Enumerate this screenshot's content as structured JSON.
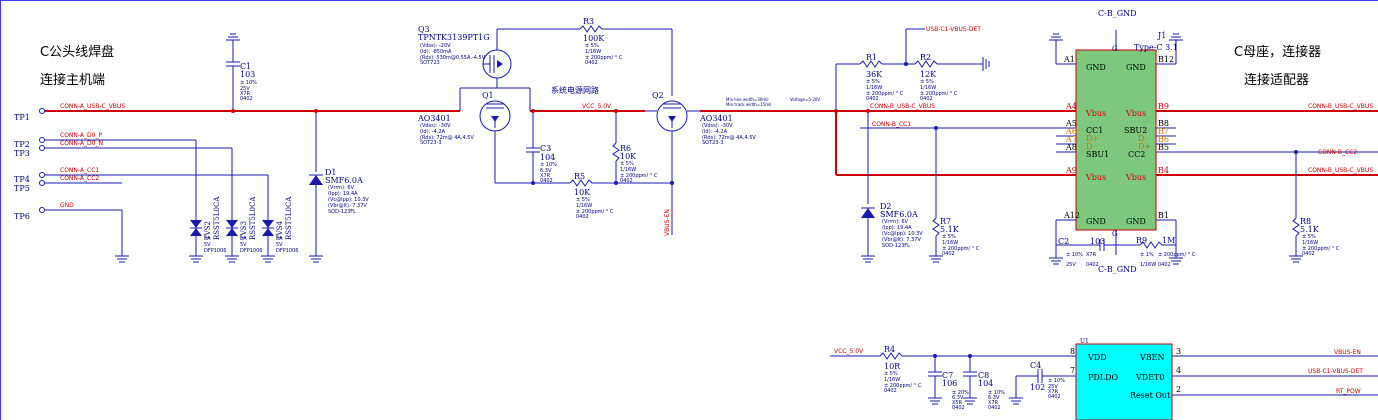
{
  "notes": {
    "left_title_1": "C公头线焊盘",
    "left_title_2": "连接主机端",
    "right_title_1": "C母座，连接器",
    "right_title_2": "连接适配器",
    "power_net_note": "系统电源网路",
    "line_width_1": "Min line width=30mil",
    "line_width_2": "Min track width=15mil",
    "voltage_note": "Voltage=5-20V"
  },
  "test_points": [
    "TP1",
    "TP2",
    "TP3",
    "TP4",
    "TP5",
    "TP6"
  ],
  "nets": {
    "conna_vbus": "CONN-A_USB-C_VBUS",
    "conna_dp": "CONN-A_D0_P",
    "conna_dn": "CONN-A_D0_N",
    "conna_cc1": "CONN-A_CC1",
    "conna_cc2": "CONN-A_CC2",
    "gnd": "GND",
    "vcc5": "VCC_5.0V",
    "vcc5b": "VCC_5.0V",
    "connb_vbus": "CONN-B_USB-C_VBUS",
    "connb_vbus_r": "CONN-B_USB-C_VBUS",
    "connb_vbus_r2": "CONN-B_USB-C_VBUS",
    "connb_cc1": "CONN-B_CC1",
    "connb_cc2": "CONN-B_CC2",
    "vbus_en": "VBUS-EN",
    "vbus_en_r": "VBUS-EN",
    "usb_det": "USB-C1-VBUS-DET",
    "usb_det_r": "USB-C1-VBUS-DET",
    "rt_pow": "RT_POW",
    "cb_gnd_top": "C-B_GND",
    "cb_gnd_bot": "C-B_GND"
  },
  "components": {
    "C1": {
      "ref": "C1",
      "value": "103",
      "specs": [
        "± 10%",
        "25V",
        "X7R",
        "0402"
      ]
    },
    "Q3": {
      "ref": "Q3",
      "value": "TPNTK3139PT1G",
      "specs": [
        "(Vdss): -20V",
        "(Id): -850mA",
        "(Rds): 530m@0.55A,-4.5V",
        "SOT723"
      ]
    },
    "R3": {
      "ref": "R3",
      "value": "100K",
      "specs": [
        "± 5%",
        "1/16W",
        "± 200ppm/ ° C",
        "0402"
      ]
    },
    "Q1": {
      "ref": "Q1",
      "value": "AO3401",
      "specs": [
        "(Vdss): -30V",
        "(Id): -4.2A",
        "(Rds): 72m@ 4A,4.5V",
        "SOT23-3"
      ]
    },
    "Q2": {
      "ref": "Q2",
      "value": "AO3401",
      "specs": [
        "(Vdss): -30V",
        "(Id): -4.2A",
        "(Rds): 72m@ 4A,4.5V",
        "SOT23-3"
      ]
    },
    "C3": {
      "ref": "C3",
      "value": "104",
      "specs": [
        "± 10%",
        "6.3V",
        "X7R",
        "0402"
      ]
    },
    "R6": {
      "ref": "R6",
      "value": "10K",
      "specs": [
        "± 5%",
        "1/16W",
        "± 200ppm/ ° C",
        "0402"
      ]
    },
    "R5": {
      "ref": "R5",
      "value": "10K",
      "specs": [
        "± 5%",
        "1/16W",
        "± 200ppm/ ° C",
        "0402"
      ]
    },
    "D1": {
      "ref": "D1",
      "value": "SMF6.0A",
      "specs": [
        "(Vrrm): 6V",
        "(Ipp): 19.4A",
        "(Vc@Ipp): 10.3V",
        "(Vbr@It): 7.37V",
        "SOD-123FL"
      ]
    },
    "TVS2": {
      "ref": "TVS2",
      "value": "RSST5L0CA",
      "specs": [
        "5A",
        "5V",
        "DFP1006"
      ]
    },
    "TVS3": {
      "ref": "TVS3",
      "value": "RSST5L0CA",
      "specs": [
        "5A",
        "5V",
        "DFP1006"
      ]
    },
    "TVS4": {
      "ref": "TVS4",
      "value": "RSST5L0CA",
      "specs": [
        "5A",
        "5V",
        "DFP1006"
      ]
    },
    "R1": {
      "ref": "R1",
      "value": "36K",
      "specs": [
        "± 5%",
        "1/16W",
        "± 200ppm/ ° C",
        "0402"
      ]
    },
    "R2": {
      "ref": "R2",
      "value": "12K",
      "specs": [
        "± 5%",
        "1/16W",
        "± 200ppm/ ° C",
        "0402"
      ]
    },
    "D2": {
      "ref": "D2",
      "value": "SMF6.0A",
      "specs": [
        "(Vrrm): 6V",
        "(Ipp): 19.4A",
        "(Vc@Ipp): 10.3V",
        "(Vbr@It): 7.37V",
        "SOD-123FL"
      ]
    },
    "R7": {
      "ref": "R7",
      "value": "5.1K",
      "specs": [
        "± 5%",
        "1/16W",
        "± 200ppm/ ° C",
        "0402"
      ]
    },
    "C2": {
      "ref": "C2",
      "value": "103",
      "specs": [
        "± 10%",
        "25V",
        "X7R",
        "0402"
      ]
    },
    "R9": {
      "ref": "R9",
      "value": "1M",
      "specs": [
        "± 1%",
        "1/16W",
        "± 200ppm/ ° C",
        "0402"
      ]
    },
    "R8": {
      "ref": "R8",
      "value": "5.1K",
      "specs": [
        "± 5%",
        "1/16W",
        "± 200ppm/ ° C",
        "0402"
      ]
    },
    "J1": {
      "ref": "J1",
      "value": "Type-C 3.1"
    },
    "R4": {
      "ref": "R4",
      "value": "10R",
      "specs": [
        "± 5%",
        "1/16W",
        "± 200ppm/ ° C",
        "0402"
      ]
    },
    "C7": {
      "ref": "C7",
      "value": "106",
      "specs": [
        "± 20%",
        "6.3V",
        "X5R",
        "0402"
      ]
    },
    "C8": {
      "ref": "C8",
      "value": "104",
      "specs": [
        "± 10%",
        "6.3V",
        "X7R",
        "0402"
      ]
    },
    "C4": {
      "ref": "C4",
      "value": "102",
      "specs": [
        "± 10%",
        "25V",
        "X7R",
        "0402"
      ]
    },
    "U1": {
      "ref": "U1"
    }
  },
  "connector_pins": {
    "A1": "A1",
    "A1n": "GND",
    "B12": "B12",
    "B12n": "GND",
    "A4": "A4",
    "A4n": "Vbus",
    "B9": "B9",
    "B9n": "Vbus",
    "A5": "A5",
    "A5n": "CC1",
    "B8": "B8",
    "B8n": "SBU2",
    "A6": "A6",
    "A6n": "D+",
    "B7": "B7",
    "B7n": "D-",
    "A7": "A7",
    "A7n": "D-",
    "B6": "B6",
    "B6n": "D+",
    "A8": "A8",
    "A8n": "SBU1",
    "B5": "B5",
    "B5n": "CC2",
    "A9": "A9",
    "A9n": "Vbus",
    "B4": "B4",
    "B4n": "Vbus",
    "A12": "A12",
    "A12n": "GND",
    "B1": "B1",
    "B1n": "GND",
    "G": "G"
  },
  "u1_pins": {
    "p8": "8",
    "vdd": "VDD",
    "p7": "7",
    "pdldo": "PDLDO",
    "p3": "3",
    "vben": "VBEN",
    "p4": "4",
    "vdet0": "VDET0",
    "p2": "2",
    "reset": "Reset Out"
  },
  "colors": {
    "wire": "#1a1ab0",
    "power": "#cc0000",
    "chip": "#00ffff",
    "connector": "#7ec87e"
  }
}
